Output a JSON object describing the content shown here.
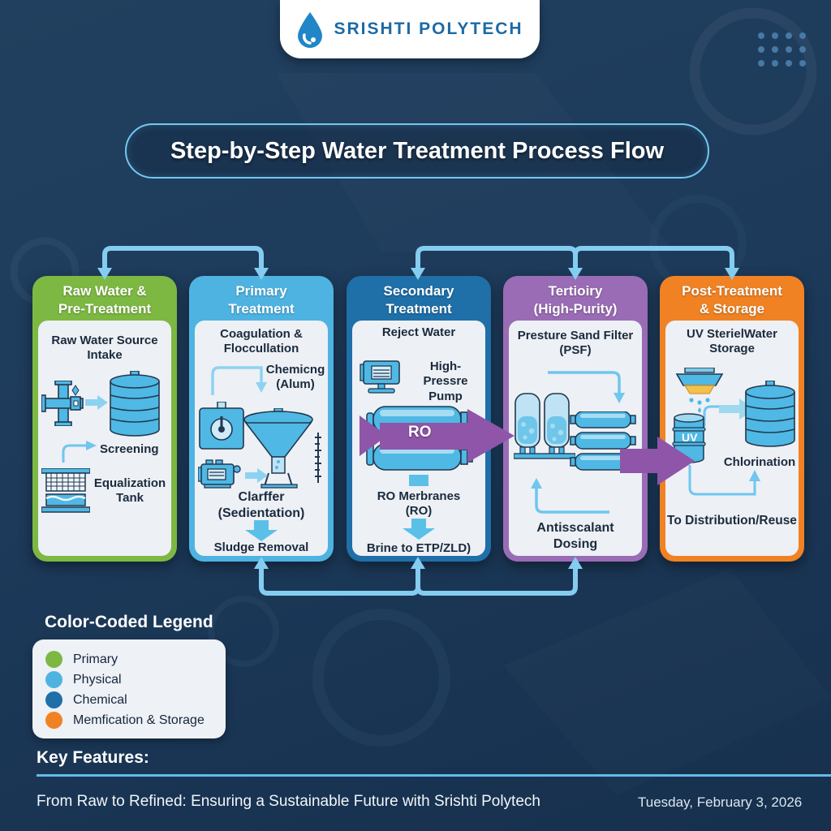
{
  "brand": {
    "name": "SRISHTI POLYTECH",
    "logo": "water-drop-icon",
    "accent_color": "#1c6aa6"
  },
  "title": "Step-by-Step Water Treatment Process Flow",
  "colors": {
    "background": "#1d3a5a",
    "connector_blue": "#84cdf0",
    "flow_arrow_purple": "#8e55a8",
    "card_body": "#edf0f5"
  },
  "columns": [
    {
      "header": [
        "Raw Water &",
        "Pre-Treatment"
      ],
      "color": "#7db843",
      "labels": {
        "intake": "Raw Water Source Intake",
        "screening": "Screening",
        "equalization": "Equalization Tank"
      }
    },
    {
      "header": [
        "Primary",
        "Treatment"
      ],
      "color": "#4fb3e2",
      "labels": {
        "coagulation": "Coagulation & Floccullation",
        "chemical": "Chemicng (Alum)",
        "clarifier": "Clarffer (Sedientation)",
        "sludge": "Sludge Removal"
      }
    },
    {
      "header": [
        "Secondary",
        "Treatment"
      ],
      "color": "#1f6fa8",
      "labels": {
        "reject": "Reject Water",
        "pump": "High-Pressre Pump",
        "ro_band": "RO",
        "membranes": "RO Merbranes (RO)",
        "brine": "Brine to ETP/ZLD)"
      }
    },
    {
      "header": [
        "Tertioiry",
        "(High-Purity)"
      ],
      "color": "#9a6cb5",
      "labels": {
        "psf": "Presture Sand Filter (PSF)",
        "antiscalant": "Antisscalant Dosing"
      }
    },
    {
      "header": [
        "Post-Treatment",
        "& Storage"
      ],
      "color": "#f08224",
      "labels": {
        "uv_storage_line1": "UV SterielWater",
        "uv_storage_line2": "Storage",
        "uv_drum": "UV",
        "chlorination": "Chlorination",
        "distribution": "To Distribution/Reuse"
      }
    }
  ],
  "legend": {
    "title": "Color-Coded Legend",
    "items": [
      {
        "label": "Primary",
        "color": "#7db843"
      },
      {
        "label": "Physical",
        "color": "#4fb3e2"
      },
      {
        "label": "Chemical",
        "color": "#1f6fa8"
      },
      {
        "label": "Memfication & Storage",
        "color": "#f08224"
      }
    ]
  },
  "key_features": {
    "label": "Key Features:"
  },
  "footer": {
    "tagline": "From Raw to Refined: Ensuring a Sustainable Future with Srishti Polytech",
    "date": "Tuesday, February 3, 2026"
  }
}
